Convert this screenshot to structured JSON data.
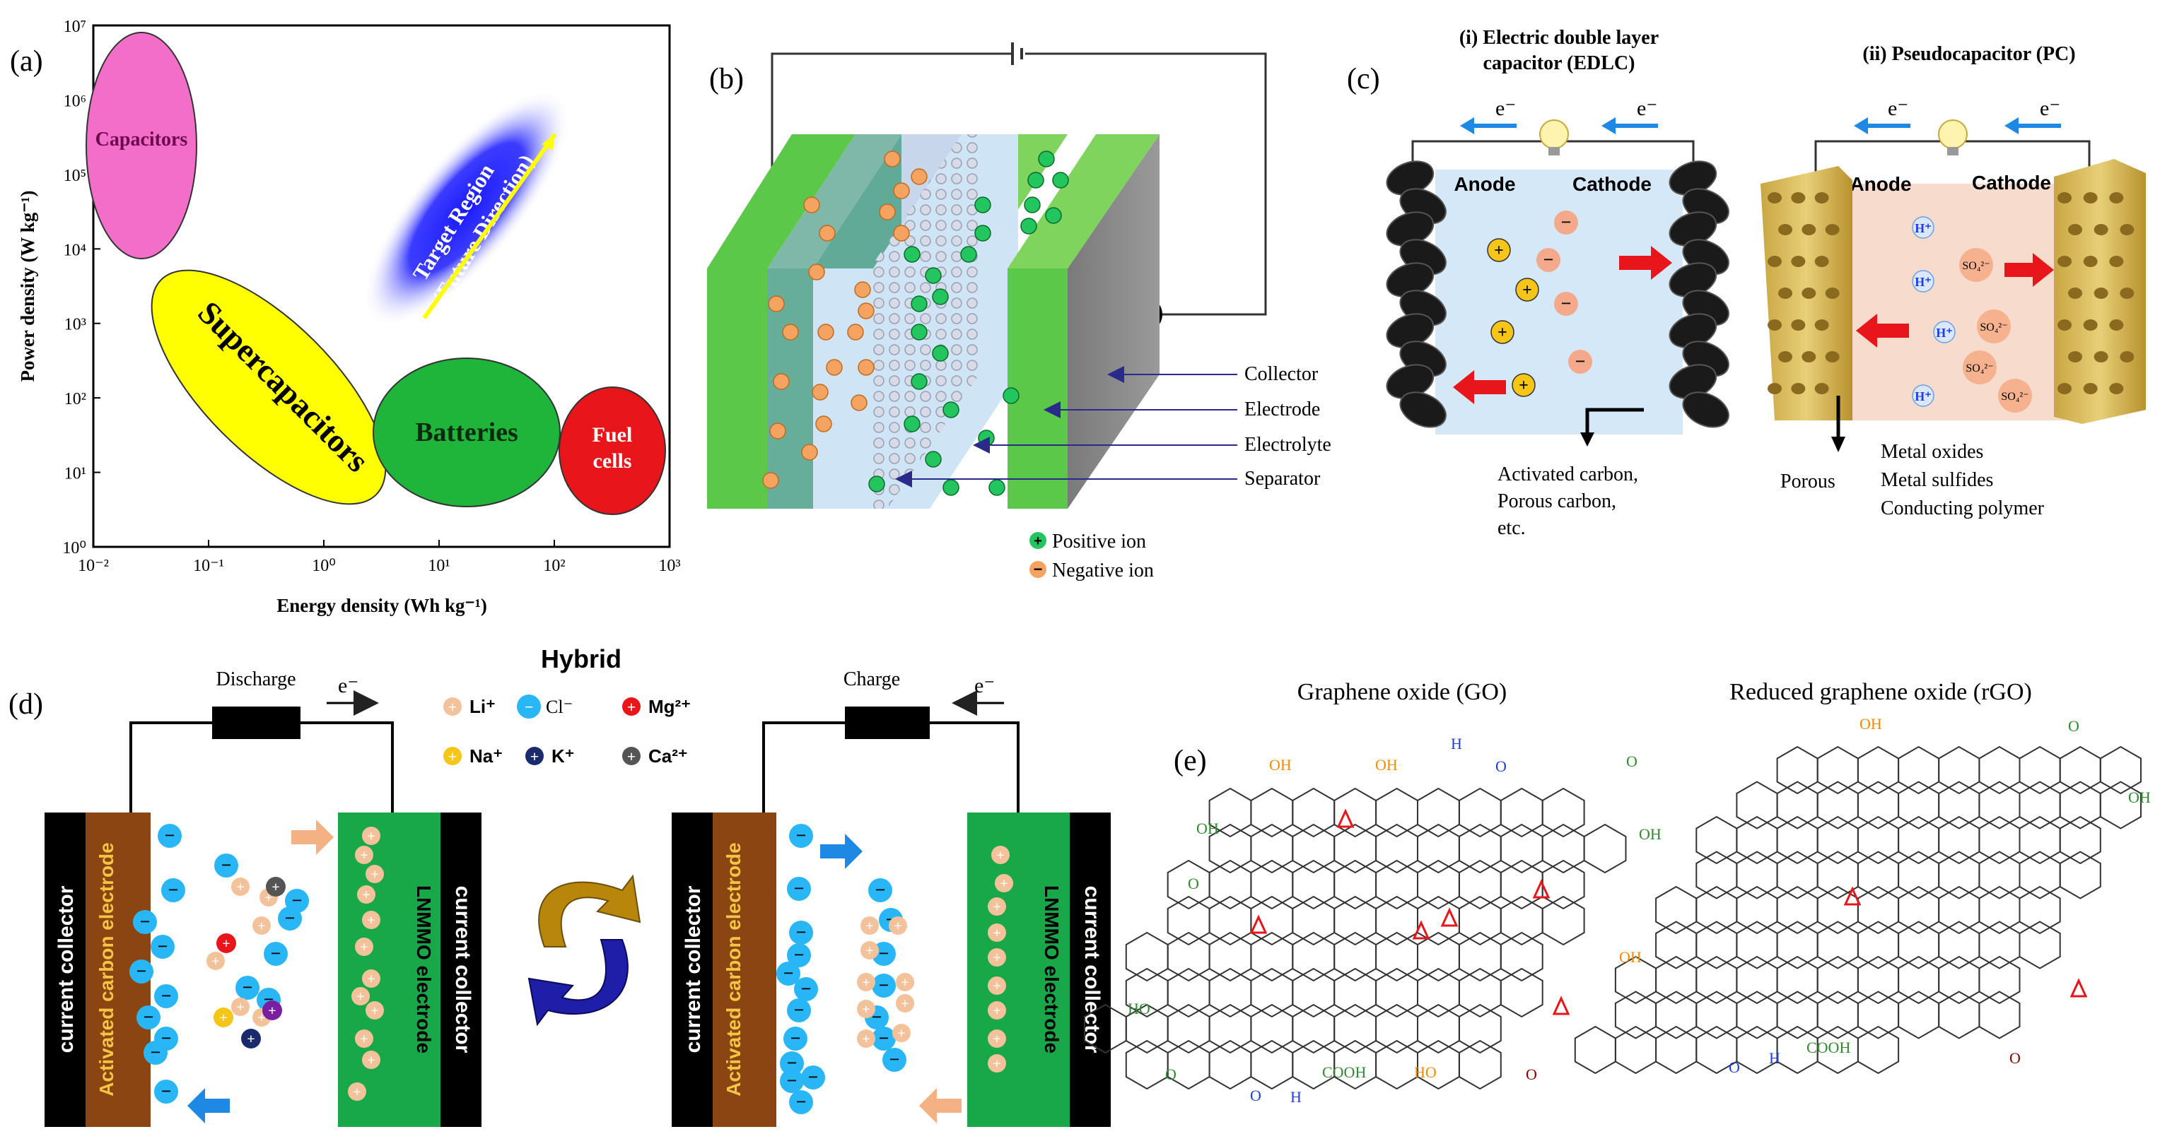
{
  "panel_a": {
    "label": "(a)",
    "ylabel": "Power density (W kg⁻¹)",
    "xlabel": "Energy density (Wh kg⁻¹)",
    "y_ticks": [
      "10⁰",
      "10¹",
      "10²",
      "10³",
      "10⁴",
      "10⁵",
      "10⁶",
      "10⁷"
    ],
    "x_ticks": [
      "10⁻²",
      "10⁻¹",
      "10⁰",
      "10¹",
      "10²",
      "10³"
    ],
    "regions": {
      "capacitors": "Capacitors",
      "supercapacitors": "Supercapacitors",
      "batteries": "Batteries",
      "fuel_1": "Fuel",
      "fuel_2": "cells",
      "target_1": "Target Region",
      "target_2": "(Future Direction)"
    },
    "colors": {
      "capacitors": "#f26ec8",
      "supercapacitors": "#ffff00",
      "batteries": "#1fb53a",
      "fuel": "#e8161b",
      "target": "#2b2bff"
    }
  },
  "panel_b": {
    "label": "(b)",
    "callouts": [
      "Collector",
      "Electrode",
      "Electrolyte",
      "Separator"
    ],
    "legend": {
      "positive": "Positive ion",
      "negative": "Negative ion"
    }
  },
  "panel_c": {
    "label": "(c)",
    "edlc_title_1": "(i) Electric double layer",
    "edlc_title_2": "capacitor (EDLC)",
    "pc_title": "(ii) Pseudocapacitor (PC)",
    "electron": "e⁻",
    "anode": "Anode",
    "cathode": "Cathode",
    "edlc_materials": [
      "Activated carbon,",
      "Porous carbon,",
      "etc."
    ],
    "pc_porous": "Porous",
    "pc_materials": [
      "Metal oxides",
      "Metal sulfides",
      "Conducting polymer"
    ],
    "sulfate": "SO₄²⁻",
    "proton": "H⁺"
  },
  "panel_d": {
    "label": "(d)",
    "title": "Hybrid",
    "discharge": "Discharge",
    "charge": "Charge",
    "electron": "e⁻",
    "current_collector": "current collector",
    "carbon_electrode": "Activated carbon electrode",
    "lnmmo_electrode": "LNMMO electrode",
    "legend": {
      "li": "Li⁺",
      "cl": "Cl⁻",
      "mg": "Mg²⁺",
      "na": "Na⁺",
      "k": "K⁺",
      "ca": "Ca²⁺"
    }
  },
  "panel_e": {
    "label": "(e)",
    "go_title": "Graphene oxide (GO)",
    "rgo_title": "Reduced graphene oxide (rGO)",
    "groups": {
      "oh": "OH",
      "cooh": "COOH",
      "ho": "HO",
      "h": "H",
      "o": "O"
    }
  }
}
